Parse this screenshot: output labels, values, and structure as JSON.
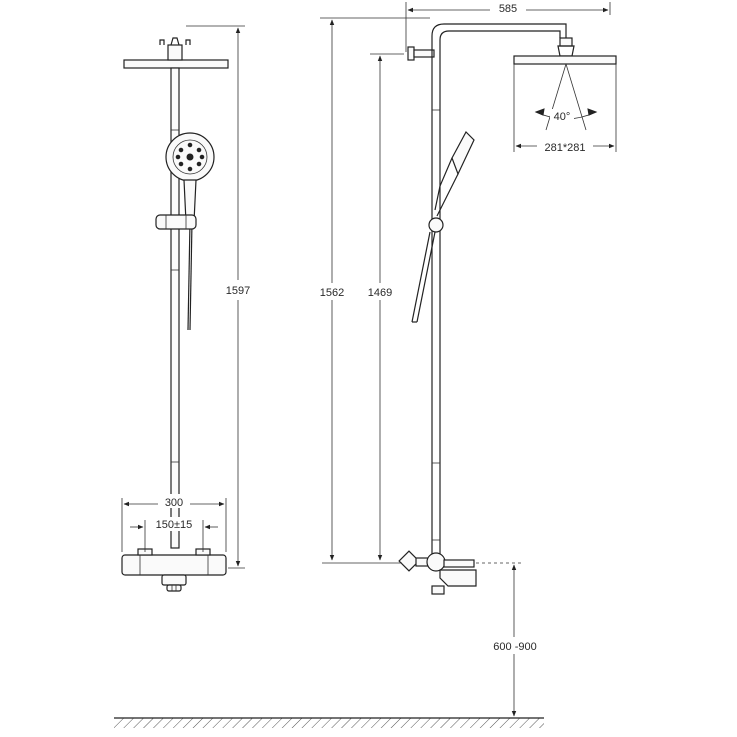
{
  "dimensions": {
    "arm_reach": "585",
    "head_size": "281*281",
    "spray_angle": "40°",
    "total_height": "1597",
    "column_height": "1562",
    "slide_rail_height": "1469",
    "mixer_width": "300",
    "inlet_spacing": "150±15",
    "install_height": "600 -900"
  }
}
